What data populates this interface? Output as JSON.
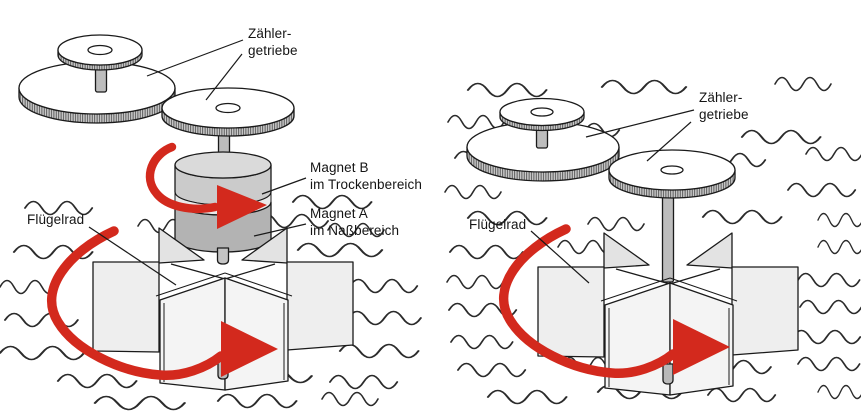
{
  "figure": {
    "left_panel": {
      "gear_label": "Zähler-\ngetriebe",
      "magnet_b_label": "Magnet B\nim Trockenbereich",
      "magnet_a_label": "Magnet A\nim Naßbereich",
      "impeller_label": "Flügelrad"
    },
    "right_panel": {
      "gear_label": "Zähler-\ngetriebe",
      "impeller_label": "Flügelrad"
    }
  },
  "colors": {
    "red": "#d3291d",
    "ink": "#1a1a1a",
    "paper": "#ffffff",
    "metal_light": "#d9d9d9",
    "metal_mid": "#cbcbcb",
    "metal_dark": "#b3b3b3",
    "blade_fill": "#ededed"
  }
}
